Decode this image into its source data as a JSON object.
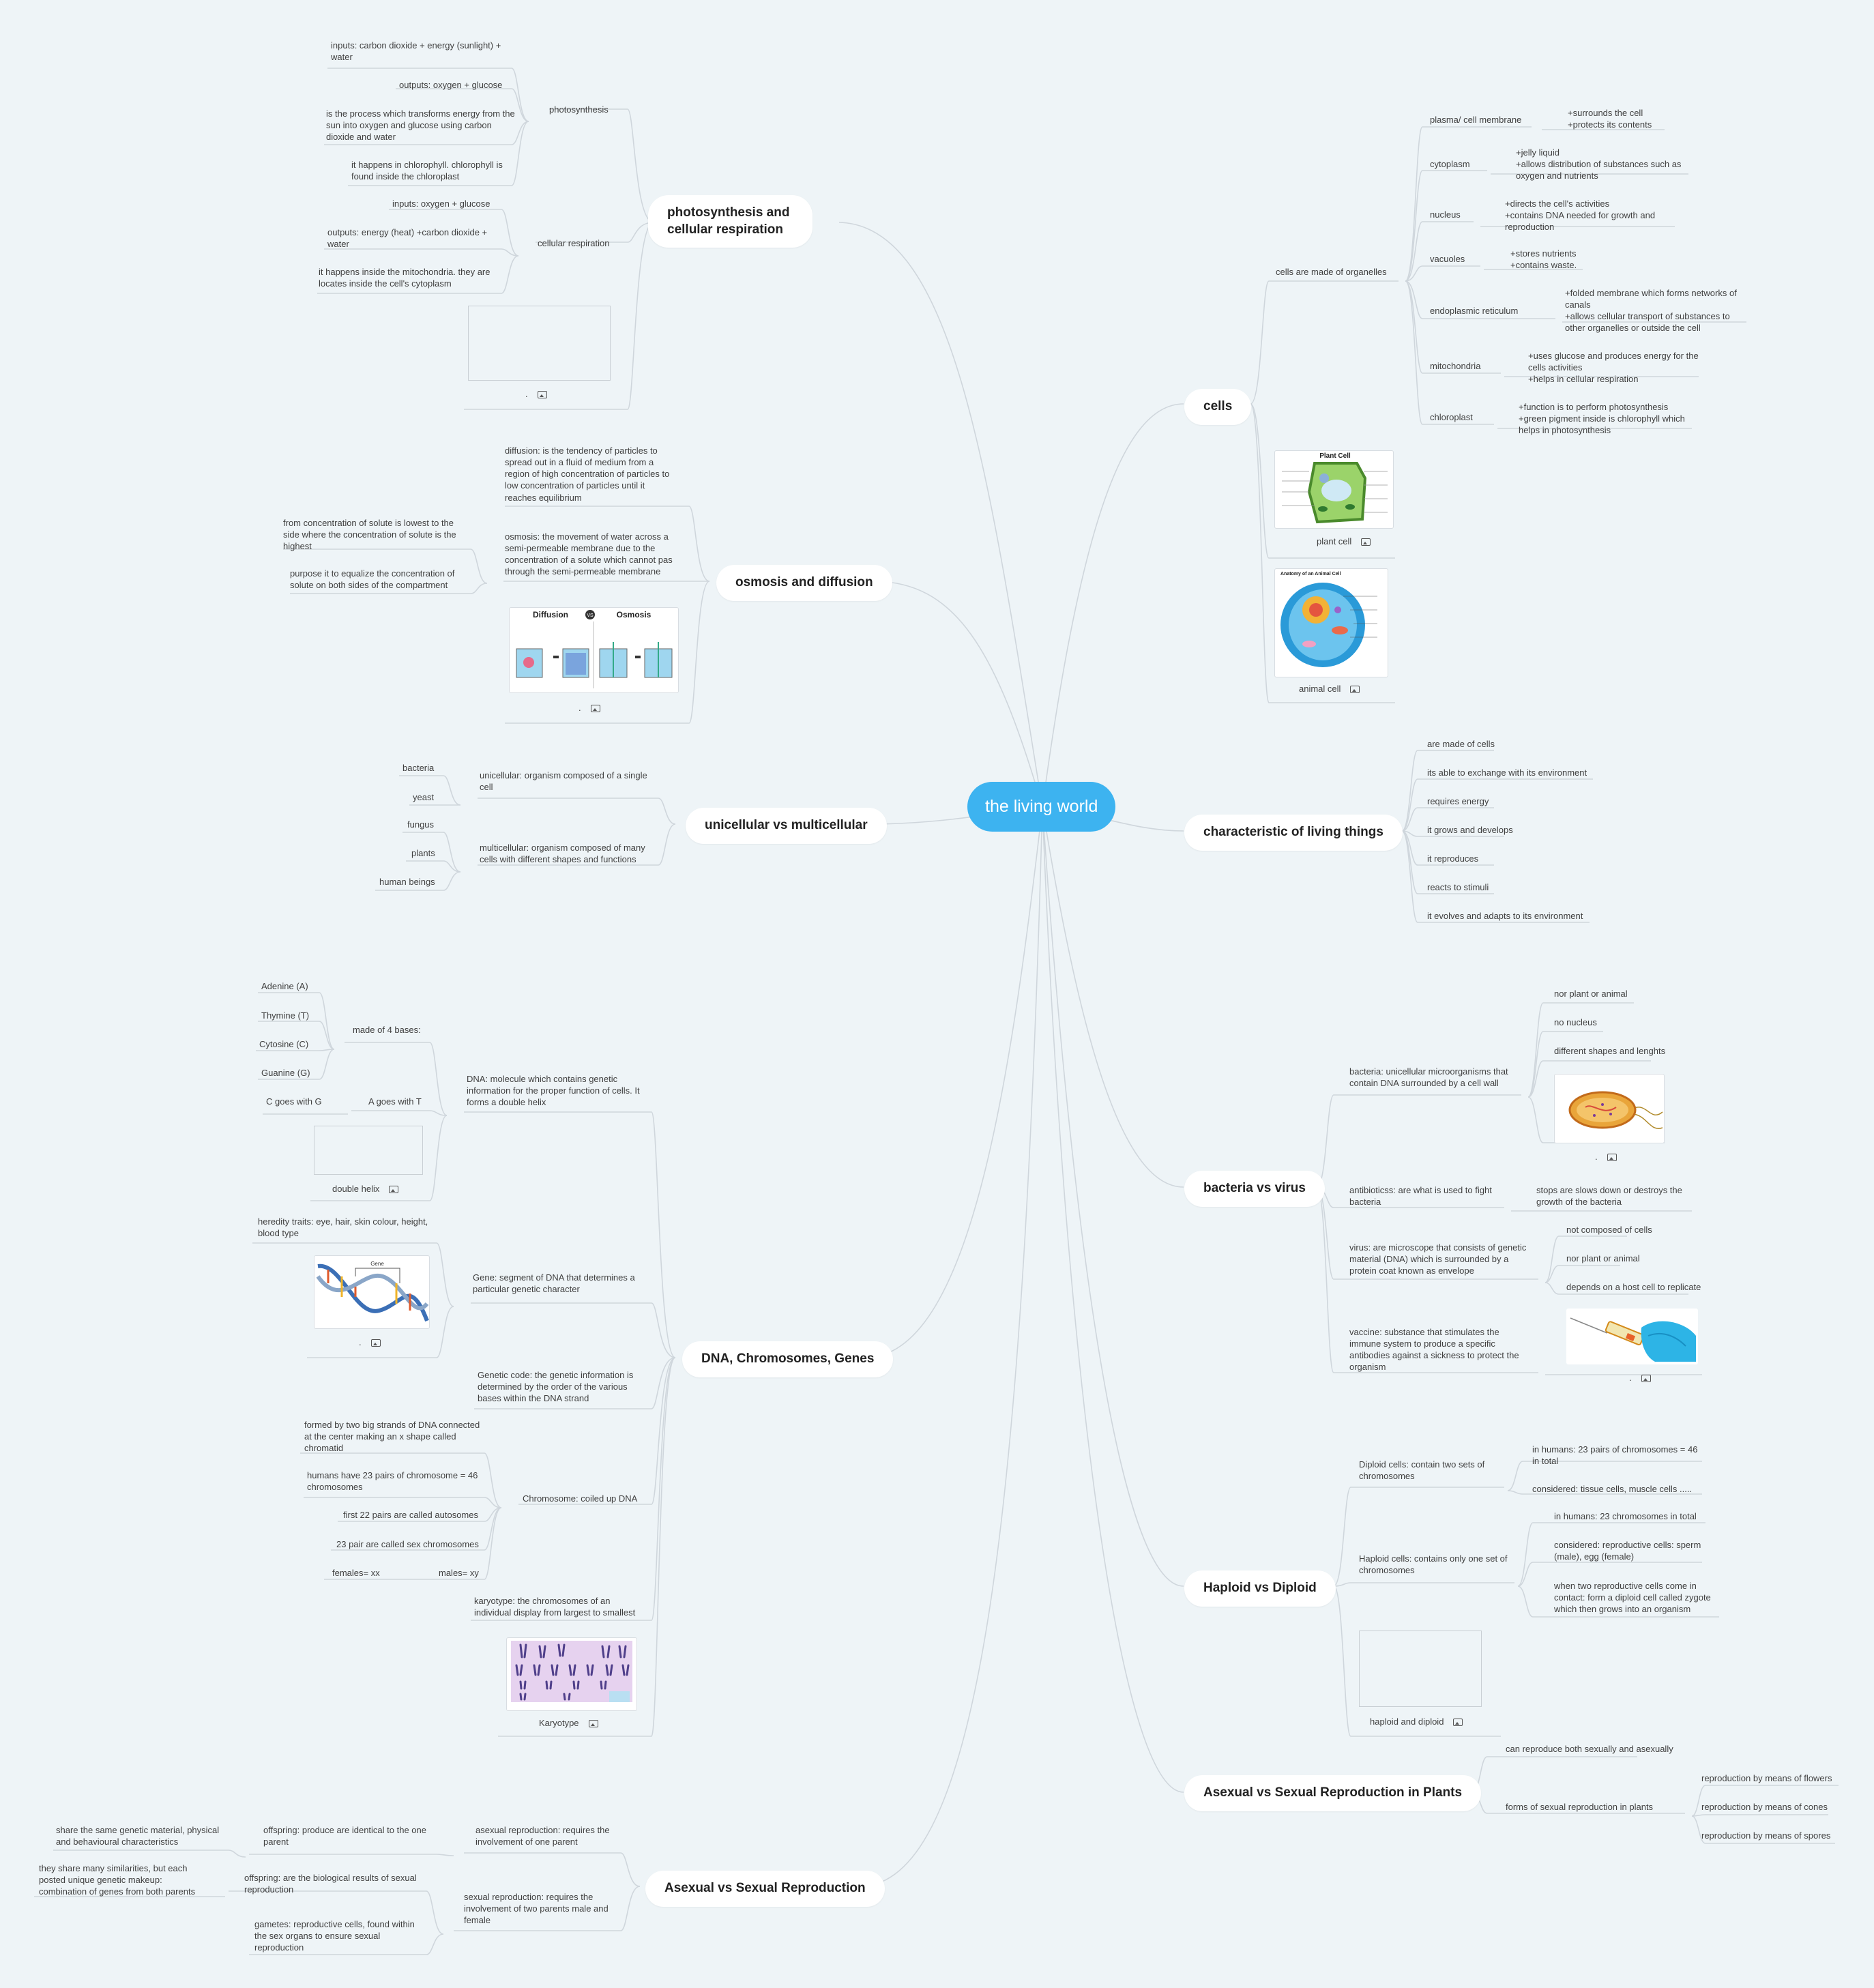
{
  "root": "the living world",
  "photo": {
    "title": "photosynthesis and cellular respiration",
    "photosynthesis": "photosynthesis",
    "p_inputs": "inputs: carbon dioxide + energy (sunlight) + water",
    "p_outputs": "outputs: oxygen + glucose",
    "p_process": "is the process which transforms energy from the sun into oxygen and glucose using carbon dioxide and water",
    "p_where": "it happens in chlorophyll. chlorophyll is found inside the chloroplast",
    "respiration": "cellular respiration",
    "r_inputs": "inputs: oxygen + glucose",
    "r_outputs": "outputs: energy (heat) +carbon dioxide + water",
    "r_where": "it happens inside the mitochondria. they are locates inside the cell's cytoplasm",
    "img_caption": "."
  },
  "osmosis": {
    "title": "osmosis and diffusion",
    "diffusion": "diffusion: is the tendency of particles to spread out  in a fluid of medium from a region of high concentration of particles to low concentration of particles until it reaches equilibrium",
    "osmosis": "osmosis: the movement of water across a semi-permeable membrane due to the concentration of a solute which cannot pas through the semi-permeable membrane",
    "from": "from concentration of solute is lowest to the side where the concentration of solute is the highest",
    "purpose": "purpose it to equalize the concentration of solute on both sides of the compartment",
    "img_diffusion": "Diffusion",
    "img_vs": "VS",
    "img_osmosis": "Osmosis",
    "img_caption": "."
  },
  "uni": {
    "title": "unicellular vs multicellular",
    "unicellular": "unicellular: organism composed of a single cell",
    "bacteria": "bacteria",
    "yeast": "yeast",
    "multicellular": "multicellular: organism composed of many cells with different shapes and functions",
    "fungus": "fungus",
    "plants": "plants",
    "humans": "human beings"
  },
  "dna": {
    "title": "DNA, Chromosomes, Genes",
    "dna": "DNA: molecule which contains genetic information for the proper function of cells. It forms a double helix",
    "bases": "made of 4 bases:",
    "adenine": "Adenine (A)",
    "thymine": "Thymine (T)",
    "cytosine": "Cytosine (C)",
    "guanine": "Guanine (G)",
    "a_t": "A goes with T",
    "c_g": "C goes with G",
    "double_helix": "double helix",
    "gene": "Gene: segment of DNA that determines a particular genetic character",
    "heredity": "heredity traits: eye, hair, skin colour, height, blood type",
    "gene_img_caption": ".",
    "gene_img_label": "Gene",
    "genetic_code": "Genetic code: the genetic information is determined by the order of the various bases within the DNA strand",
    "chromosome": "Chromosome: coiled up DNA",
    "c_formed": "formed by two big strands of DNA connected at the center making an x shape called chromatid",
    "c_humans": "humans have 23 pairs of chromosome = 46 chromosomes",
    "c_first": "first 22 pairs are called autosomes",
    "c_23": "23 pair are called sex chromosomes",
    "c_males": "males= xy",
    "c_females": "females= xx",
    "karyotype": "karyotype: the chromosomes of an individual display from largest to smallest",
    "karyotype_caption": "Karyotype"
  },
  "asexual": {
    "title": "Asexual vs Sexual Reproduction",
    "asexual": "asexual reproduction: requires the involvement of one parent",
    "a_offspring": "offspring: produce are identical to the one parent",
    "a_share": "share the same genetic material, physical and behavioural characteristics",
    "sexual": "sexual reproduction: requires the involvement of two parents male and female",
    "s_offspring": "offspring: are the biological results of sexual reproduction",
    "s_similar": "they share many similarities, but each posted unique genetic makeup: combination of genes from both parents",
    "s_gametes": "gametes: reproductive cells, found within the sex organs to ensure sexual reproduction"
  },
  "cells": {
    "title": "cells",
    "organelles": "cells are made of organelles",
    "membrane": "plasma/ cell membrane",
    "membrane_d": "+surrounds the cell\n+protects its contents",
    "cytoplasm": "cytoplasm",
    "cytoplasm_d": "+jelly liquid\n+allows distribution of substances such as oxygen and nutrients",
    "nucleus": "nucleus",
    "nucleus_d": "+directs the cell's activities\n+contains DNA needed for growth and reproduction",
    "vacuoles": "vacuoles",
    "vacuoles_d": "+stores nutrients\n+contains waste.",
    "er": "endoplasmic reticulum",
    "er_d": "+folded membrane which forms networks of canals\n+allows cellular transport of substances to other organelles or outside the cell",
    "mito": "mitochondria",
    "mito_d": "+uses glucose and produces energy for the cells activities\n+helps in cellular respiration",
    "chloro": "chloroplast",
    "chloro_d": "+function is to perform photosynthesis\n+green pigment inside is chlorophyll which helps in photosynthesis",
    "plant_img_title": "Plant Cell",
    "plant_caption": "plant cell",
    "animal_img_title": "Anatomy of an Animal Cell",
    "animal_caption": "animal cell"
  },
  "charac": {
    "title": "characteristic of living things",
    "items": [
      "are made of cells",
      "its able to exchange with its environment",
      "requires energy",
      "it grows and develops",
      "it reproduces",
      "reacts to stimuli",
      "it evolves and adapts to its environment"
    ]
  },
  "bact": {
    "title": "bacteria vs virus",
    "bacteria": "bacteria: unicellular microorganisms that contain DNA surrounded by a cell wall",
    "b_nor": "nor plant or animal",
    "b_nonucleus": "no nucleus",
    "b_shapes": "different shapes and lenghts",
    "b_img_caption": ".",
    "antibiotics": "antibioticss: are what is used to fight bacteria",
    "antibiotics_d": "stops are slows down or destroys the growth of the bacteria",
    "virus": "virus: are microscope that consists of genetic material (DNA) which is surrounded by a protein coat known as envelope",
    "v_notcells": "not composed of cells",
    "v_nor": "nor plant or animal",
    "v_host": "depends on a host cell to replicate",
    "vaccine": "vaccine: substance that stimulates the immune system to produce a specific antibodies against a sickness to protect the organism",
    "vaccine_caption": "."
  },
  "haploid": {
    "title": "Haploid vs Diploid",
    "diploid": "Diploid cells: contain two sets of chromosomes",
    "d_humans": "in humans: 23 pairs of chromosomes = 46 in total",
    "d_considered": "considered: tissue cells, muscle cells .....",
    "haploid": "Haploid cells: contains only one set of chromosomes",
    "h_humans": "in humans: 23 chromosomes in total",
    "h_considered": "considered: reproductive cells:  sperm (male), egg (female)",
    "h_when": "when two reproductive cells come in contact: form a diploid cell called zygote which then grows into an organism",
    "img_caption": "haploid and diploid"
  },
  "plants": {
    "title": "Asexual vs Sexual Reproduction in Plants",
    "both": "can reproduce both sexually and asexually",
    "forms": "forms of sexual reproduction in plants",
    "flowers": "reproduction by means of flowers",
    "cones": "reproduction by means of cones",
    "spores": "reproduction by means of spores"
  },
  "colors": {
    "root": "#3db3f0",
    "line": "#cfd6dc",
    "background": "#eef4f7"
  }
}
